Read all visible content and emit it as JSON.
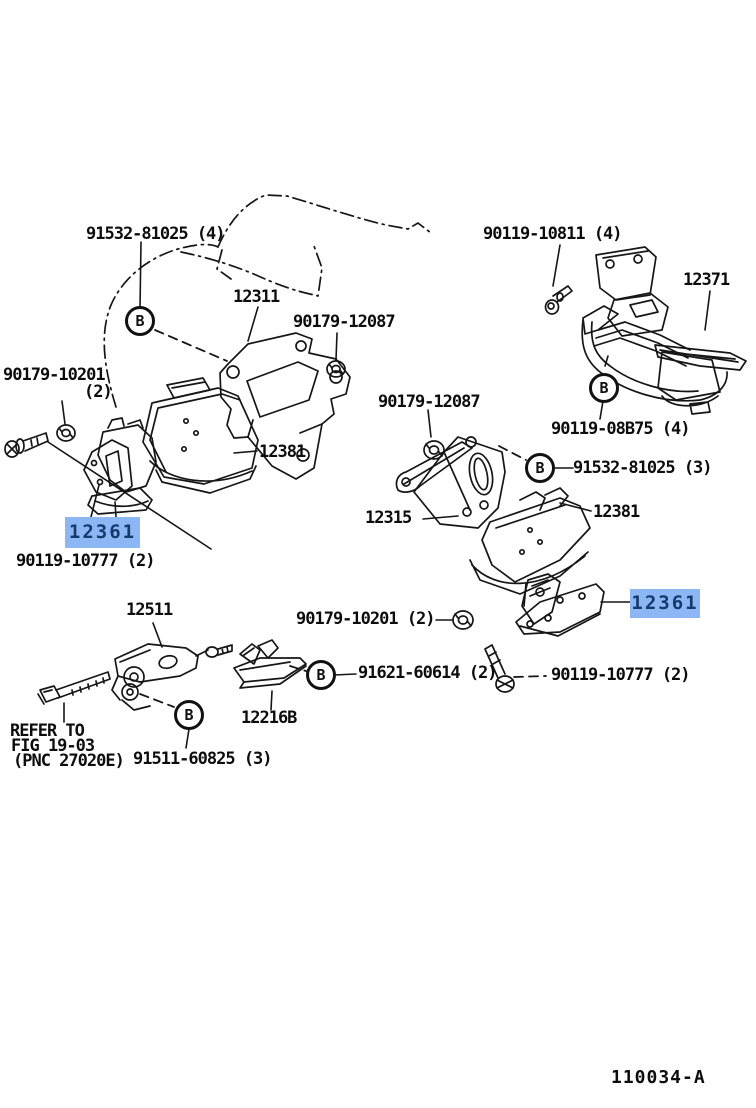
{
  "colors": {
    "bg": "#ffffff",
    "line": "#161616",
    "highlight_bg": "#8db6f4",
    "highlight_text": "#143a6e"
  },
  "callout_letter": "B",
  "figure_code": "110034-A",
  "note": {
    "line1": "REFER TO",
    "line2": "FIG 19-03",
    "line3": "(PNC 27020E)"
  },
  "highlights": [
    {
      "text": "12361"
    },
    {
      "text": "12361"
    }
  ],
  "labels": [
    {
      "text": "91532-81025 (4)"
    },
    {
      "text": "12311"
    },
    {
      "text": "90179-12087"
    },
    {
      "text": "90119-10811 (4)"
    },
    {
      "text": "12371"
    },
    {
      "text": "90179-10201"
    },
    {
      "text": "(2)"
    },
    {
      "text": "12381"
    },
    {
      "text": "90119-10777 (2)"
    },
    {
      "text": "12511"
    },
    {
      "text": "90179-12087"
    },
    {
      "text": "90119-08B75 (4)"
    },
    {
      "text": "91532-81025 (3)"
    },
    {
      "text": "12315"
    },
    {
      "text": "12381"
    },
    {
      "text": "90179-10201 (2)"
    },
    {
      "text": "91621-60614 (2)"
    },
    {
      "text": "90119-10777 (2)"
    },
    {
      "text": "12216B"
    },
    {
      "text": "91511-60825 (3)"
    }
  ]
}
